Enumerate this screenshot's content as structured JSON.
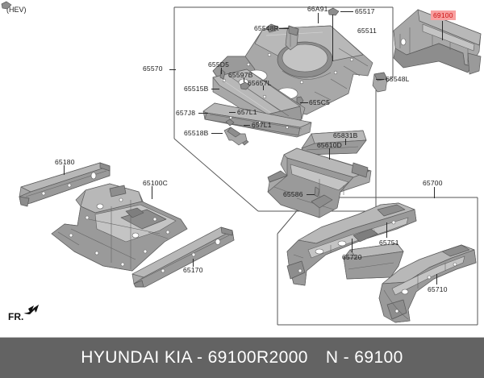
{
  "diagram": {
    "variant_note": "(HEV)",
    "orientation_marker": "FR.",
    "highlighted_part": "69100",
    "highlight_color": "#f8a0a0",
    "highlight_text_color": "#cc1111"
  },
  "groups": [
    {
      "id": "g-65570",
      "label": "65570"
    },
    {
      "id": "g-65700",
      "label": "65700"
    }
  ],
  "callouts": [
    {
      "id": "c-69100",
      "label": "69100",
      "highlight": true
    },
    {
      "id": "c-65570",
      "label": "65570",
      "highlight": false
    },
    {
      "id": "c-66A91",
      "label": "66A91",
      "highlight": false
    },
    {
      "id": "c-65517",
      "label": "65517",
      "highlight": false
    },
    {
      "id": "c-65548R",
      "label": "65548R",
      "highlight": false
    },
    {
      "id": "c-65511",
      "label": "65511",
      "highlight": false
    },
    {
      "id": "c-655D5",
      "label": "655D5",
      "highlight": false
    },
    {
      "id": "c-65597B",
      "label": "65597B",
      "highlight": false
    },
    {
      "id": "c-65657L",
      "label": "65657L",
      "highlight": false
    },
    {
      "id": "c-65548L",
      "label": "65548L",
      "highlight": false
    },
    {
      "id": "c-65515B",
      "label": "65515B",
      "highlight": false
    },
    {
      "id": "c-655C5",
      "label": "655C5",
      "highlight": false
    },
    {
      "id": "c-657J8",
      "label": "657J8",
      "highlight": false
    },
    {
      "id": "c-657L1a",
      "label": "657L1",
      "highlight": false
    },
    {
      "id": "c-657L1b",
      "label": "657L1",
      "highlight": false
    },
    {
      "id": "c-65518B",
      "label": "65518B",
      "highlight": false
    },
    {
      "id": "c-65831B",
      "label": "65831B",
      "highlight": false
    },
    {
      "id": "c-65610D",
      "label": "65610D",
      "highlight": false
    },
    {
      "id": "c-65586",
      "label": "65586",
      "highlight": false
    },
    {
      "id": "c-65180",
      "label": "65180",
      "highlight": false
    },
    {
      "id": "c-65100C",
      "label": "65100C",
      "highlight": false
    },
    {
      "id": "c-65170",
      "label": "65170",
      "highlight": false
    },
    {
      "id": "c-65700",
      "label": "65700",
      "highlight": false
    },
    {
      "id": "c-65751",
      "label": "65751",
      "highlight": false
    },
    {
      "id": "c-65720",
      "label": "65720",
      "highlight": false
    },
    {
      "id": "c-65710",
      "label": "65710",
      "highlight": false
    }
  ],
  "footer": {
    "brand_line": "HYUNDAI KIA - 69100R2000",
    "alt_line": "N - 69100",
    "background": "#636363",
    "text_color": "#ffffff"
  }
}
